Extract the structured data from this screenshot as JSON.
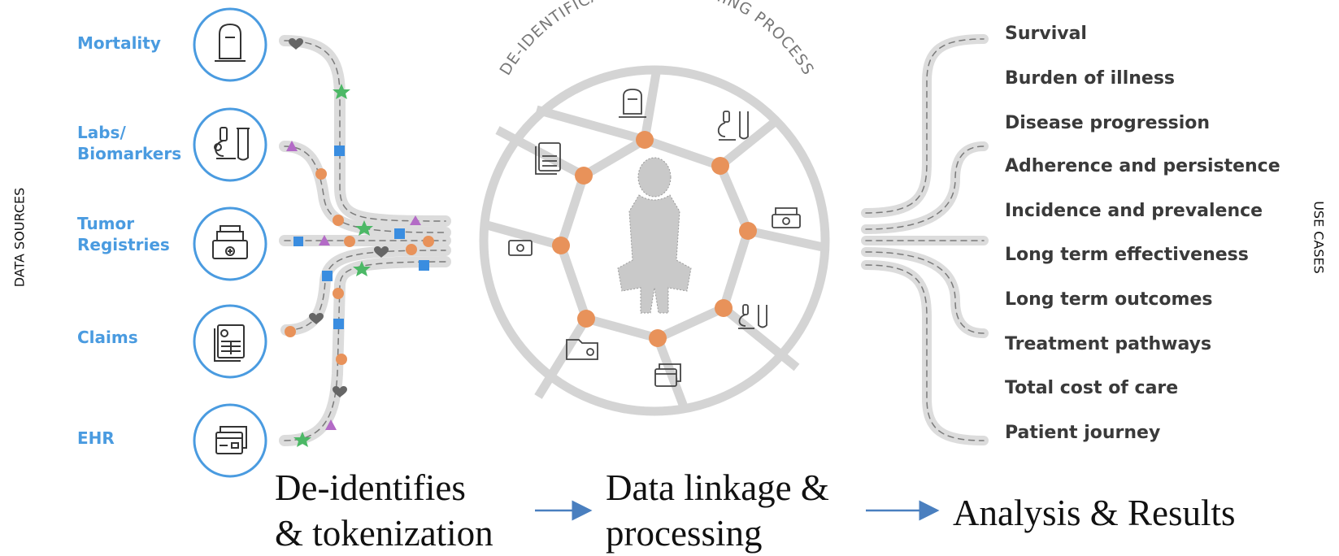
{
  "left_axis_title": "DATA SOURCES",
  "right_axis_title": "USE CASES",
  "process_title": "DE-IDENTIFICATION & MATCHING PROCESS",
  "data_sources": [
    {
      "label": "Mortality",
      "icon": "tombstone-icon"
    },
    {
      "label": "Labs/\nBiomarkers",
      "icon": "microscope-icon"
    },
    {
      "label": "Tumor\nRegistries",
      "icon": "registry-box-icon"
    },
    {
      "label": "Claims",
      "icon": "claims-document-icon"
    },
    {
      "label": "EHR",
      "icon": "ehr-cards-icon"
    }
  ],
  "use_cases": [
    "Survival",
    "Burden of illness",
    "Disease progression",
    "Adherence and persistence",
    "Incidence and prevalence",
    "Long term effectiveness",
    "Long term outcomes",
    "Treatment pathways",
    "Total cost of care",
    "Patient journey"
  ],
  "steps": [
    {
      "label": "De-identifies\n& tokenization"
    },
    {
      "label": "Data linkage &\nprocessing"
    },
    {
      "label": "Analysis & Results"
    }
  ],
  "colors": {
    "source_blue": "#4a9be0",
    "road_gray": "#dcdcdc",
    "dot_orange": "#e8925a",
    "star_green": "#4cb866",
    "triangle_purple": "#b36bc6",
    "square_blue": "#3a8de0",
    "heart_gray": "#666666",
    "arrow_blue": "#4a7fbf"
  }
}
